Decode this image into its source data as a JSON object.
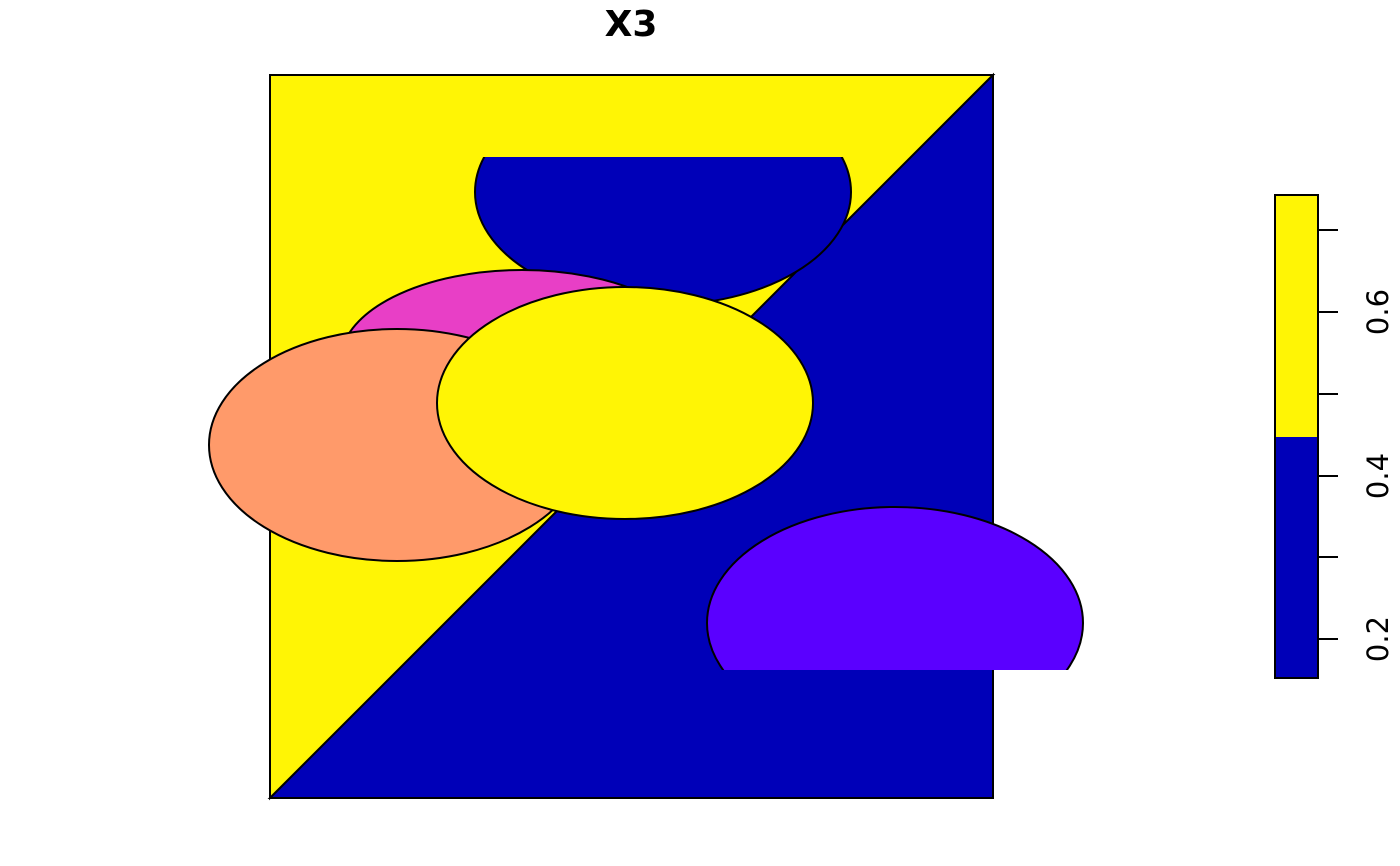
{
  "title": "X3",
  "colors": {
    "background": "#ffffff",
    "outline": "#000000",
    "blue": "#0000B8",
    "yellow": "#FFF505",
    "magenta": "#E83FC6",
    "salmon": "#FF9A6A",
    "violet": "#5A00FF"
  },
  "shapes": [
    {
      "name": "upper-left-triangle",
      "fill": "yellow"
    },
    {
      "name": "lower-right-triangle",
      "fill": "blue"
    },
    {
      "name": "top-half-ellipse",
      "fill": "blue"
    },
    {
      "name": "magenta-ellipse",
      "fill": "magenta"
    },
    {
      "name": "salmon-ellipse",
      "fill": "salmon"
    },
    {
      "name": "center-ellipse",
      "fill": "yellow"
    },
    {
      "name": "bottom-half-ellipse",
      "fill": "violet"
    }
  ],
  "colorbar": {
    "segments": [
      {
        "name": "low",
        "fill": "blue"
      },
      {
        "name": "high",
        "fill": "yellow"
      }
    ],
    "labels": [
      "0.2",
      "0.4",
      "0.6"
    ]
  }
}
